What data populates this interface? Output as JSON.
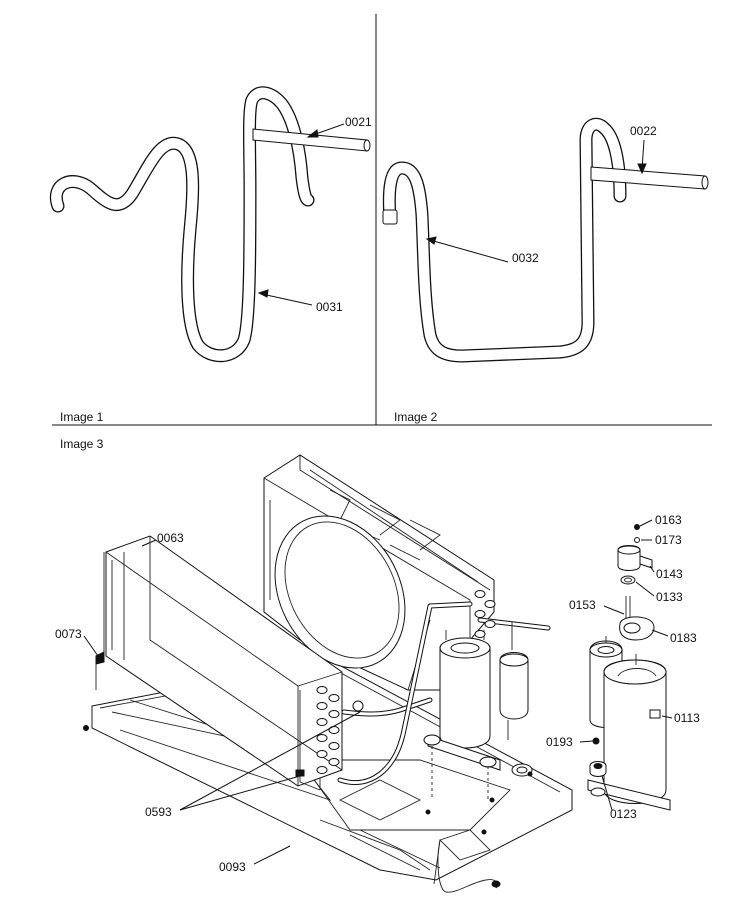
{
  "panels": {
    "image1": {
      "caption": "Image 1"
    },
    "image2": {
      "caption": "Image 2"
    },
    "image3": {
      "caption": "Image 3"
    }
  },
  "parts": {
    "p0021": "0021",
    "p0031": "0031",
    "p0022": "0022",
    "p0032": "0032",
    "p0063": "0063",
    "p0073": "0073",
    "p0593": "0593",
    "p0093": "0093",
    "p0163": "0163",
    "p0173": "0173",
    "p0143": "0143",
    "p0133": "0133",
    "p0153": "0153",
    "p0183": "0183",
    "p0113": "0113",
    "p0193": "0193",
    "p0123": "0123"
  }
}
